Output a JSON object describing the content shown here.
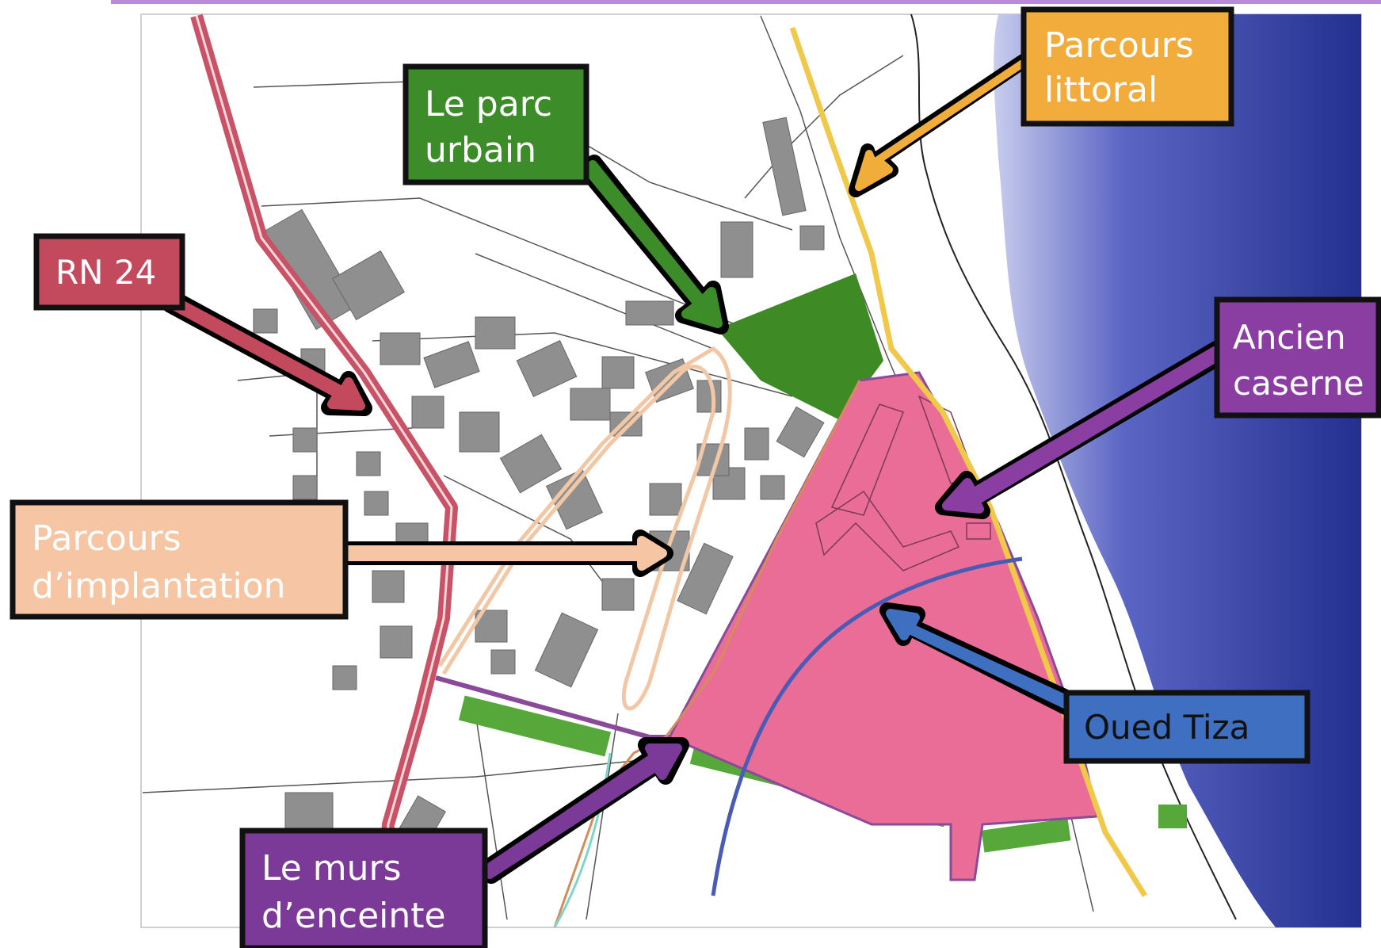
{
  "labels": {
    "parcours_littoral": [
      "Parcours",
      "littoral"
    ],
    "parc_urbain": [
      "Le parc",
      "urbain"
    ],
    "rn24": "RN 24",
    "ancien_caserne": [
      "Ancien",
      "caserne"
    ],
    "parcours_implantation": [
      "Parcours",
      "d’implantation"
    ],
    "oued_tiza": "Oued Tiza",
    "murs_enceinte": [
      "Le murs",
      "d’enceinte"
    ]
  },
  "colors": {
    "top_rule": "#b98ad6",
    "sea": "#2a3596",
    "sea_light": "#a9b0e0",
    "park": "#3e8a25",
    "caserne_zone": "#ea6d98",
    "rn24": "#c95366",
    "littoral_path": "#f0c84a",
    "implantation_path": "#f2c7a5",
    "oued": "#4a5bb5",
    "wall": "#8a4a9a",
    "garden_strip": "#56a83a",
    "building": "#8f8f8f",
    "box_littoral": "#f2ac3b",
    "box_parc": "#3c8c2a",
    "box_rn24": "#c24a5c",
    "box_caserne": "#8b3ea2",
    "box_implantation": "#f6c6a4",
    "box_oued": "#3e6fc0",
    "box_murs": "#7c3a98"
  }
}
